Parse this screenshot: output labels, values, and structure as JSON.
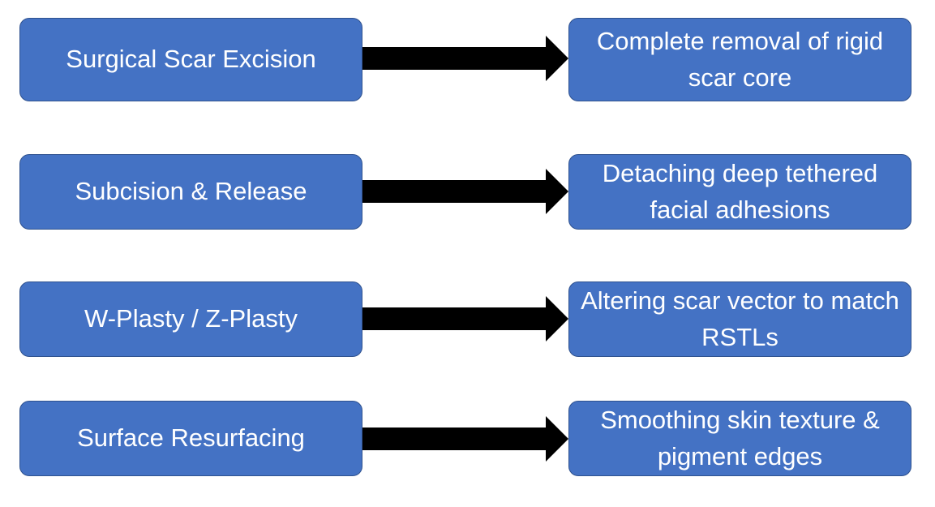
{
  "steps": [
    {
      "technique": "Surgical Scar Excision",
      "outcome": "Complete removal of rigid scar core"
    },
    {
      "technique": "Subcision & Release",
      "outcome": "Detaching deep tethered facial adhesions"
    },
    {
      "technique": "W-Plasty / Z-Plasty",
      "outcome": "Altering scar vector to match RSTLs"
    },
    {
      "technique": "Surface Resurfacing",
      "outcome": "Smoothing skin texture & pigment edges"
    }
  ],
  "colors": {
    "box_fill": "#4472c4",
    "box_border": "#2f528f",
    "box_text": "#ffffff",
    "arrow": "#000000"
  }
}
